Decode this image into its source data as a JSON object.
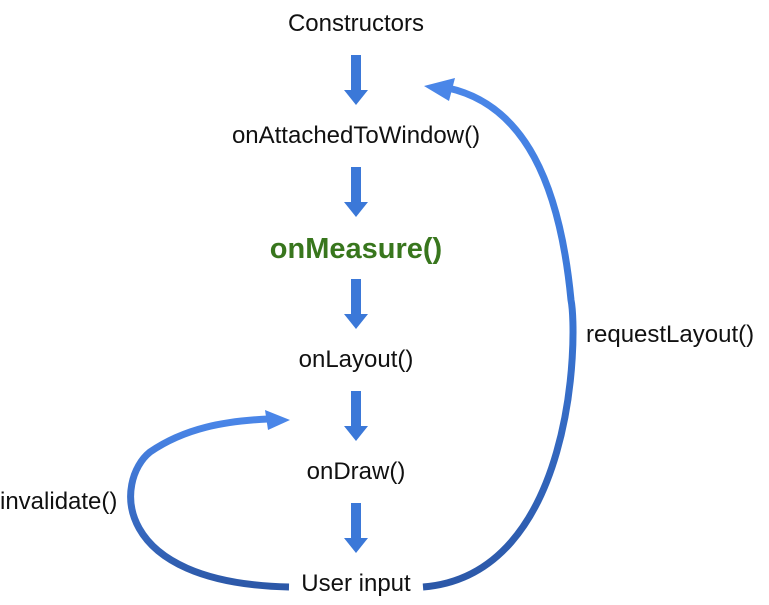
{
  "steps": [
    {
      "label": "Constructors"
    },
    {
      "label": "onAttachedToWindow()"
    },
    {
      "label": "onMeasure()"
    },
    {
      "label": "onLayout()"
    },
    {
      "label": "onDraw()"
    },
    {
      "label": "User input"
    }
  ],
  "loops": {
    "request_layout_label": "requestLayout()",
    "invalidate_label": "invalidate()"
  },
  "colors": {
    "arrow": "#3b78d8",
    "arrow_dark": "#2c58a8",
    "highlight_text": "#38761d",
    "text": "#111111"
  }
}
